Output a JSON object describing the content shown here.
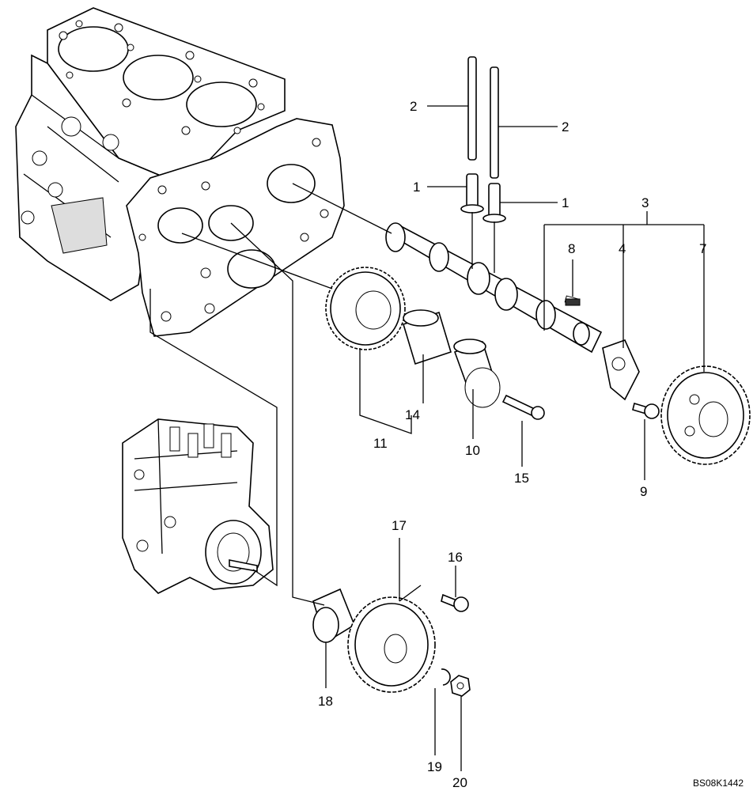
{
  "callouts": [
    {
      "id": "c1a",
      "label": "1"
    },
    {
      "id": "c1b",
      "label": "1"
    },
    {
      "id": "c2a",
      "label": "2"
    },
    {
      "id": "c2b",
      "label": "2"
    },
    {
      "id": "c3",
      "label": "3"
    },
    {
      "id": "c4",
      "label": "4"
    },
    {
      "id": "c7",
      "label": "7"
    },
    {
      "id": "c8",
      "label": "8"
    },
    {
      "id": "c9",
      "label": "9"
    },
    {
      "id": "c10",
      "label": "10"
    },
    {
      "id": "c11",
      "label": "11"
    },
    {
      "id": "c14",
      "label": "14"
    },
    {
      "id": "c15",
      "label": "15"
    },
    {
      "id": "c16",
      "label": "16"
    },
    {
      "id": "c17",
      "label": "17"
    },
    {
      "id": "c18",
      "label": "18"
    },
    {
      "id": "c19",
      "label": "19"
    },
    {
      "id": "c20",
      "label": "20"
    }
  ],
  "drawing_code": "BS08K1442"
}
